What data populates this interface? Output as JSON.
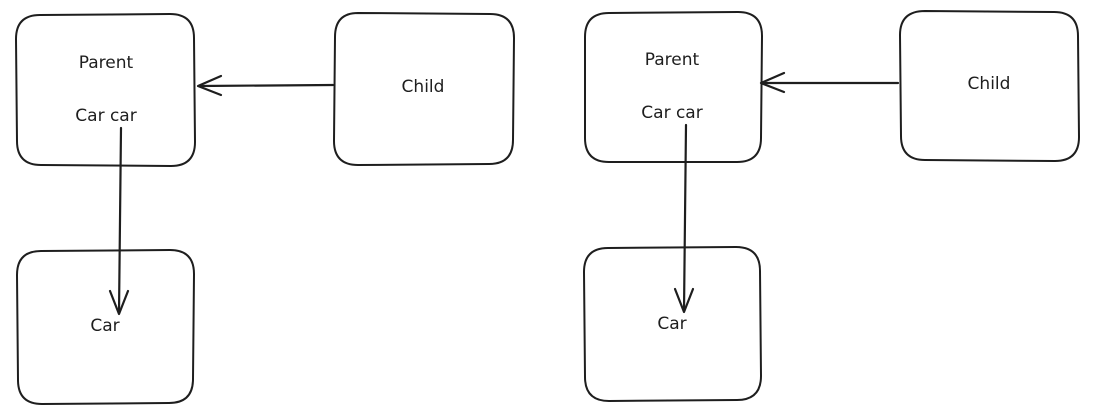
{
  "diagrams": [
    {
      "parent": {
        "title": "Parent",
        "field": "Car car"
      },
      "child": {
        "title": "Child"
      },
      "car": {
        "title": "Car"
      },
      "edges": [
        "child-to-parent",
        "parent-field-to-car"
      ]
    },
    {
      "parent": {
        "title": "Parent",
        "field": "Car car"
      },
      "child": {
        "title": "Child"
      },
      "car": {
        "title": "Car"
      },
      "edges": [
        "child-to-parent",
        "parent-field-to-car"
      ]
    }
  ],
  "colors": {
    "stroke": "#1e1e1e",
    "background": "#ffffff"
  }
}
